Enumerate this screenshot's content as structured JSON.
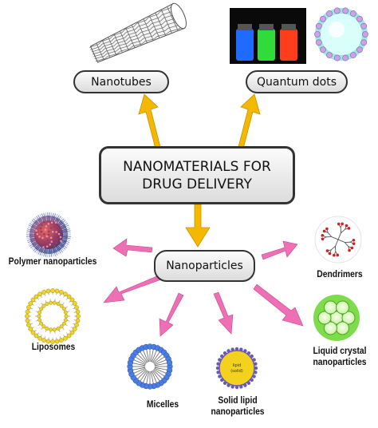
{
  "center": {
    "title_line1": "NANOMATERIALS FOR",
    "title_line2": "DRUG DELIVERY"
  },
  "top_items": {
    "nanotubes": "Nanotubes",
    "quantum_dots": "Quantum dots"
  },
  "hub": {
    "label": "Nanoparticles"
  },
  "types": {
    "polymer": "Polymer nanoparticles",
    "dendrimers": "Dendrimers",
    "liposomes": "Liposomes",
    "liquid_crystal_line1": "Liquid crystal",
    "liquid_crystal_line2": "nanoparticles",
    "micelles": "Micelles",
    "solid_lipid_line1": "Solid lipid",
    "solid_lipid_line2": "nanoparticles",
    "solid_lipid_core_line1": "lipid",
    "solid_lipid_core_line2": "(solid)"
  },
  "colors": {
    "main_arrow": "#f5b800",
    "type_arrow": "#ee6fb3",
    "box_border": "#333333",
    "qd_blue": "#1f6bff",
    "qd_green": "#2fdc3a",
    "qd_red": "#ff3d1a",
    "dendrimer_color": "#cc2222",
    "liquid_crystal_color": "#6edb3c",
    "solid_lipid_color": "#f2d21c",
    "micelle_color": "#4a7ee6",
    "liposome_color": "#f0d42a"
  }
}
